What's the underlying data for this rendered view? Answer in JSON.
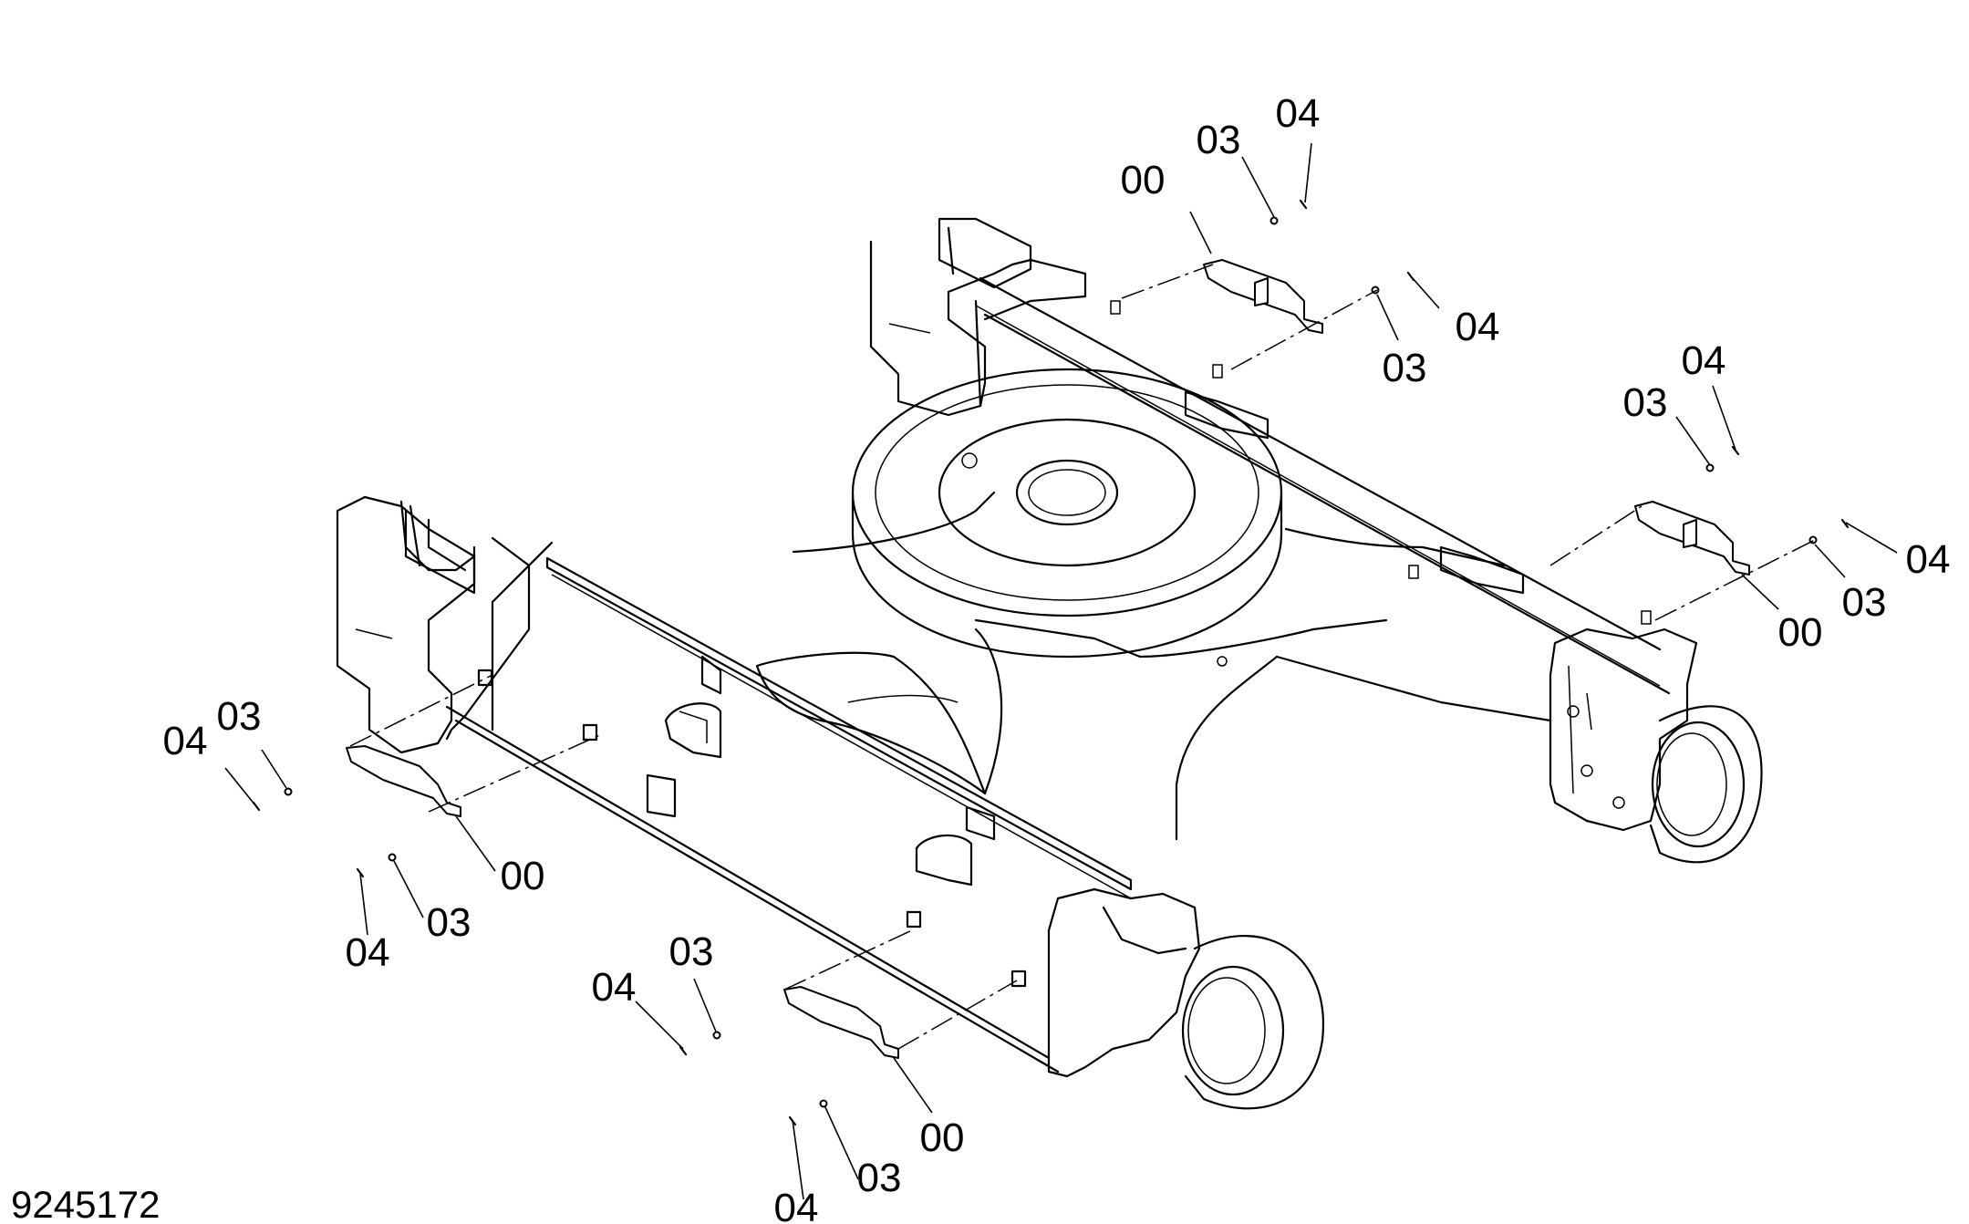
{
  "drawing_number": "9245172",
  "callouts": [
    {
      "id": "c1",
      "text": "04"
    },
    {
      "id": "c2",
      "text": "03"
    },
    {
      "id": "c3",
      "text": "00"
    },
    {
      "id": "c4",
      "text": "04"
    },
    {
      "id": "c5",
      "text": "03"
    },
    {
      "id": "c6",
      "text": "04"
    },
    {
      "id": "c7",
      "text": "03"
    },
    {
      "id": "c8",
      "text": "04"
    },
    {
      "id": "c9",
      "text": "03"
    },
    {
      "id": "c10",
      "text": "00"
    },
    {
      "id": "c11",
      "text": "04"
    },
    {
      "id": "c12",
      "text": "03"
    },
    {
      "id": "c13",
      "text": "00"
    },
    {
      "id": "c14",
      "text": "03"
    },
    {
      "id": "c15",
      "text": "04"
    },
    {
      "id": "c16",
      "text": "03"
    },
    {
      "id": "c17",
      "text": "04"
    },
    {
      "id": "c18",
      "text": "00"
    },
    {
      "id": "c19",
      "text": "03"
    },
    {
      "id": "c20",
      "text": "04"
    }
  ]
}
